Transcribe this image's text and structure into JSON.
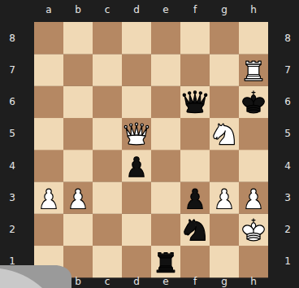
{
  "diagram": {
    "labels": [
      "a",
      "b",
      "c",
      "d",
      "e",
      "f",
      "g",
      "h",
      "8",
      "8",
      "7",
      "7",
      "6",
      "6",
      "5",
      "5",
      "4",
      "4",
      "3",
      "3",
      "2",
      "2",
      "1",
      "1",
      "b",
      "c",
      "d",
      "e",
      "f",
      "g",
      "h"
    ]
  }
}
